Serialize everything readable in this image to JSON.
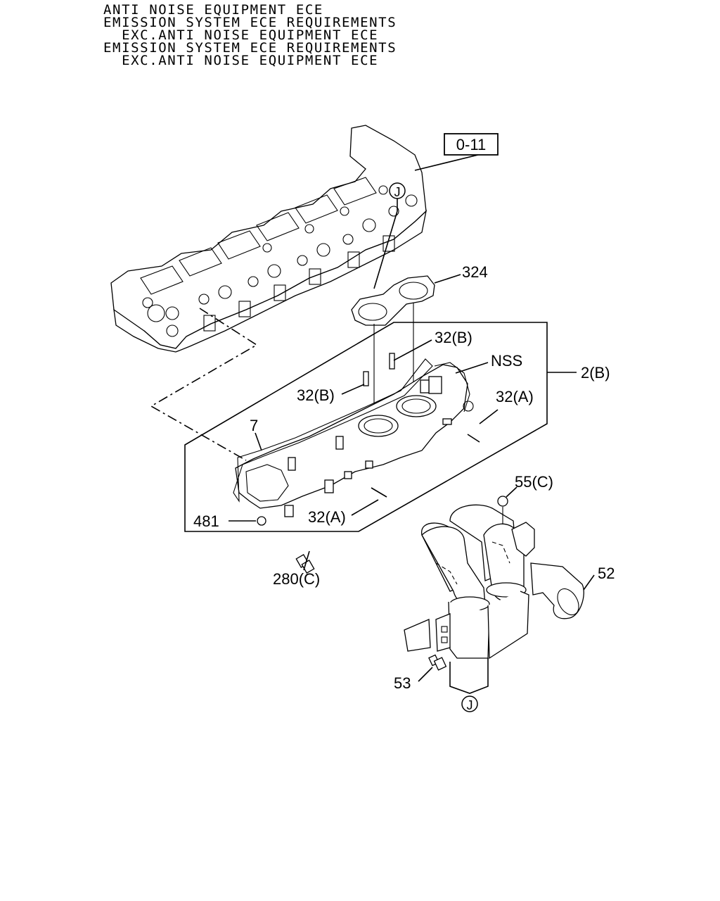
{
  "header_lines": [
    "ANTI NOISE EQUIPMENT ECE",
    "EMISSION SYSTEM ECE REQUIREMENTS",
    "  EXC.ANTI NOISE EQUIPMENT ECE",
    "EMISSION SYSTEM ECE REQUIREMENTS",
    "  EXC.ANTI NOISE EQUIPMENT ECE"
  ],
  "callouts": {
    "ref_box": "0-11",
    "connector_top": "J",
    "connector_bottom": "J",
    "gasket": "324",
    "stud_b_upper": "32(B)",
    "nss": "NSS",
    "assembly": "2(B)",
    "stud_b_left": "32(B)",
    "stud_a_right": "32(A)",
    "gasket_manifold": "7",
    "nut_481": "481",
    "stud_a_lower": "32(A)",
    "nut_55c": "55(C)",
    "bolt_280c": "280(C)",
    "pipe_52": "52",
    "bolt_53": "53"
  }
}
